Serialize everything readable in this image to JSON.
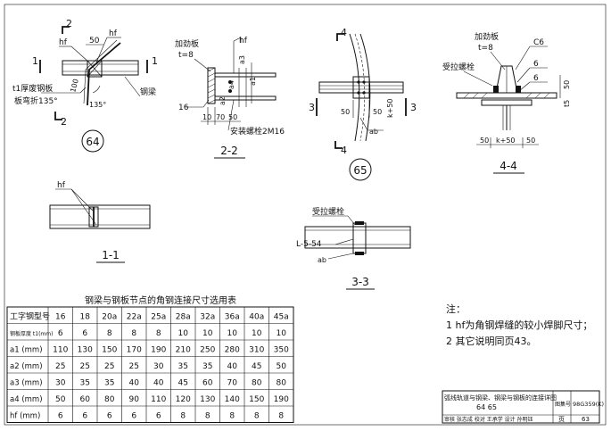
{
  "details": {
    "d64": {
      "section_mark_top": "2",
      "section_mark_bottom": "2",
      "section_mark_left": "1",
      "section_mark_right": "1",
      "hf_left": "hf",
      "hf_right": "hf",
      "dim_50": "50",
      "dim_100": "100",
      "angle": "135°",
      "label_plate": "t1厚废钢板",
      "label_bend": "板弯折135°",
      "label_beam": "钢梁",
      "number": "64"
    },
    "d22": {
      "label_stiffener": "加劲板",
      "label_t": "t=8",
      "hf": "hf",
      "a1": "a1",
      "a2": "a2",
      "a3": "a3",
      "a4": "a4",
      "weld_16": "16",
      "dim_10": "10",
      "dim_70": "70",
      "dim_50": "50",
      "label_bolt": "安装螺栓2M16",
      "title": "2-2"
    },
    "d65": {
      "section_top": "4",
      "section_bottom": "4",
      "section_left": "3",
      "section_right": "3",
      "dim_50a": "50",
      "dim_50b": "50",
      "dim_k": "k+50",
      "a_b": "ab",
      "number": "65"
    },
    "d44": {
      "label_stiffener": "加劲板",
      "label_t": "t=8",
      "label_bolt": "受拉螺栓",
      "weld_c6": "C6",
      "weld_6a": "6",
      "weld_6b": "6",
      "dim_50v": "50",
      "dim_t5": "t5",
      "dim_50a": "50",
      "dim_k": "k+50",
      "dim_50b": "50",
      "title": "4-4"
    },
    "d11": {
      "hf": "hf",
      "title": "1-1"
    },
    "d33": {
      "label_bolt": "受拉螺栓",
      "label_angle": "L-5-54",
      "a_b": "ab",
      "title": "3-3"
    }
  },
  "table": {
    "title": "钢梁与钢板节点的角钢连接尺寸选用表",
    "header_label": "工字钢型号",
    "columns": [
      "16",
      "18",
      "20a",
      "22a",
      "25a",
      "28a",
      "32a",
      "36a",
      "40a",
      "45a"
    ],
    "rows": [
      {
        "label": "钢板厚度 t1(mm)",
        "values": [
          "6",
          "6",
          "8",
          "8",
          "8",
          "10",
          "10",
          "10",
          "10",
          "10"
        ]
      },
      {
        "label": "a1 (mm)",
        "values": [
          "110",
          "130",
          "150",
          "170",
          "190",
          "210",
          "250",
          "280",
          "310",
          "350"
        ]
      },
      {
        "label": "a2 (mm)",
        "values": [
          "25",
          "25",
          "25",
          "25",
          "30",
          "35",
          "35",
          "40",
          "45",
          "50"
        ]
      },
      {
        "label": "a3 (mm)",
        "values": [
          "30",
          "35",
          "35",
          "40",
          "40",
          "45",
          "60",
          "70",
          "80",
          "80"
        ]
      },
      {
        "label": "a4 (mm)",
        "values": [
          "50",
          "60",
          "80",
          "90",
          "110",
          "120",
          "130",
          "140",
          "150",
          "190"
        ]
      },
      {
        "label": "hf (mm)",
        "values": [
          "6",
          "6",
          "6",
          "6",
          "6",
          "8",
          "8",
          "8",
          "8",
          "8"
        ]
      }
    ]
  },
  "notes": {
    "title": "注：",
    "items": [
      "1  hf为角钢焊缝的较小焊脚尺寸；",
      "2  其它说明同页43。"
    ]
  },
  "title_block": {
    "title": "弧线轨道与钢梁、钢梁与钢板的连接详图",
    "detail_nums": "64  65",
    "atlas_label": "图集号",
    "atlas_no": "98G359(K)",
    "sign_row": "审核 张志成  校对 王承学  设计 孙明钰",
    "page_label": "页",
    "page_no": "63"
  }
}
